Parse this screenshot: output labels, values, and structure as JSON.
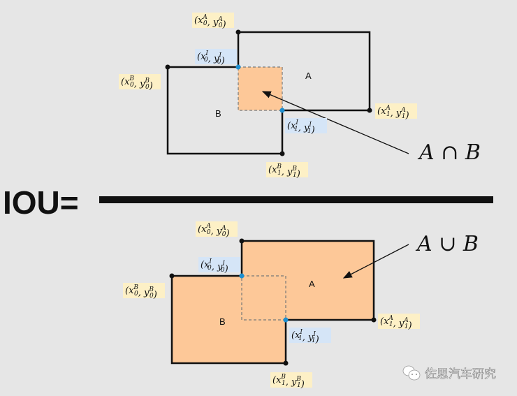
{
  "formula": {
    "lhs": "IOU="
  },
  "top": {
    "box_a_label": "A",
    "box_b_label": "B",
    "annotation": "A ∩ B",
    "corners": [
      {
        "name": "a-top-left",
        "var": [
          "x",
          "y"
        ],
        "sub": "0",
        "sup": "A",
        "type": "box"
      },
      {
        "name": "intersection-top-left",
        "var": [
          "x",
          "y"
        ],
        "sub": "0",
        "sup": "I",
        "type": "intersection"
      },
      {
        "name": "b-top-left",
        "var": [
          "x",
          "y"
        ],
        "sub": "0",
        "sup": "B",
        "type": "box"
      },
      {
        "name": "a-bottom-right",
        "var": [
          "x",
          "y"
        ],
        "sub": "1",
        "sup": "A",
        "type": "box"
      },
      {
        "name": "intersection-bottom-right",
        "var": [
          "x",
          "y"
        ],
        "sub": "1",
        "sup": "I",
        "type": "intersection"
      },
      {
        "name": "b-bottom-right",
        "var": [
          "x",
          "y"
        ],
        "sub": "1",
        "sup": "B",
        "type": "box"
      }
    ]
  },
  "bottom": {
    "box_a_label": "A",
    "box_b_label": "B",
    "annotation": "A ∪ B",
    "corners": [
      {
        "name": "a-top-left",
        "var": [
          "x",
          "y"
        ],
        "sub": "0",
        "sup": "A",
        "type": "box"
      },
      {
        "name": "intersection-top-left",
        "var": [
          "x",
          "y"
        ],
        "sub": "0",
        "sup": "I",
        "type": "intersection"
      },
      {
        "name": "b-top-left",
        "var": [
          "x",
          "y"
        ],
        "sub": "0",
        "sup": "B",
        "type": "box"
      },
      {
        "name": "a-bottom-right",
        "var": [
          "x",
          "y"
        ],
        "sub": "1",
        "sup": "A",
        "type": "box"
      },
      {
        "name": "intersection-bottom-right",
        "var": [
          "x",
          "y"
        ],
        "sub": "1",
        "sup": "I",
        "type": "intersection"
      },
      {
        "name": "b-bottom-right",
        "var": [
          "x",
          "y"
        ],
        "sub": "1",
        "sup": "B",
        "type": "box"
      }
    ]
  },
  "watermark": {
    "text": "佐思汽车研究",
    "icon": "wechat-icon"
  },
  "colors": {
    "fill": "#fdc898",
    "box_label_bg": "#fdf0c6",
    "intersection_label_bg": "#d5e5f7",
    "intersection_dot": "#1e8fd0",
    "background": "#e6e6e6"
  }
}
